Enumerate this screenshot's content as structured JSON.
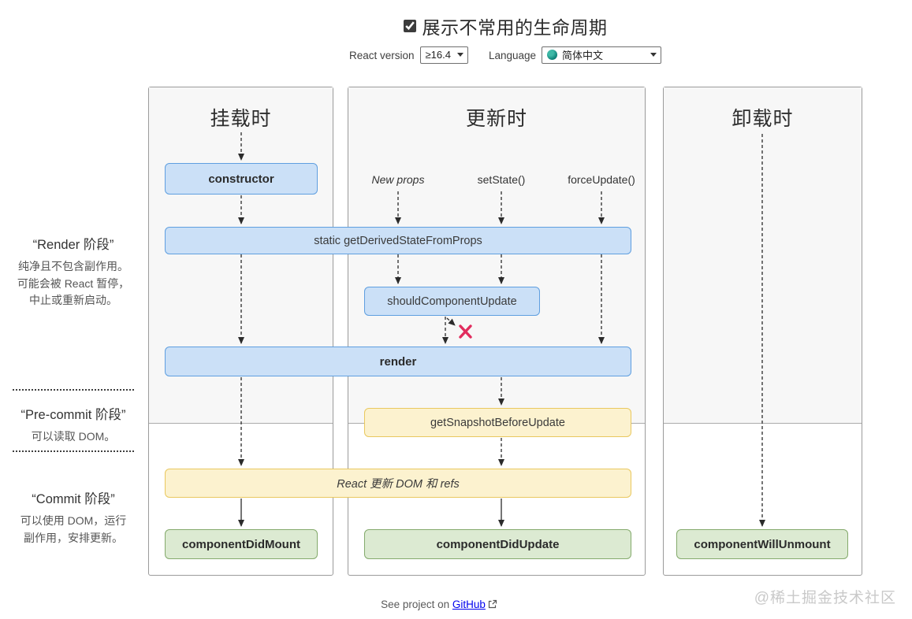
{
  "header": {
    "show_less_common_label": "展示不常用的生命周期",
    "checkbox_checked": true,
    "react_version": {
      "label": "React version",
      "value": "≥16.4"
    },
    "language": {
      "label": "Language",
      "value": "简体中文"
    }
  },
  "sidebar": {
    "phases": [
      {
        "title": "“Render 阶段”",
        "lines": [
          "纯净且不包含副作用。",
          "可能会被 React 暂停，",
          "中止或重新启动。"
        ]
      },
      {
        "title": "“Pre-commit 阶段”",
        "lines": [
          "可以读取 DOM。"
        ]
      },
      {
        "title": "“Commit 阶段”",
        "lines": [
          "可以使用 DOM，运行",
          "副作用，安排更新。"
        ]
      }
    ]
  },
  "columns": {
    "mounting": "挂载时",
    "updating": "更新时",
    "unmounting": "卸载时"
  },
  "triggers": {
    "new_props": "New props",
    "set_state": "setState()",
    "force_update": "forceUpdate()"
  },
  "nodes": {
    "constructor": "constructor",
    "get_derived_state_from_props": "static getDerivedStateFromProps",
    "should_component_update": "shouldComponentUpdate",
    "render": "render",
    "get_snapshot_before_update": "getSnapshotBeforeUpdate",
    "react_updates_dom": "React 更新 DOM 和 refs",
    "component_did_mount": "componentDidMount",
    "component_did_update": "componentDidUpdate",
    "component_will_unmount": "componentWillUnmount"
  },
  "footer": {
    "prefix": "See project on",
    "link_label": "GitHub"
  },
  "watermark": "@稀土掘金技术社区",
  "colors": {
    "blue_fill": "#cbe0f7",
    "blue_border": "#5f9fe0",
    "yellow_fill": "#fcf2cf",
    "yellow_border": "#e9c85f",
    "green_fill": "#dcead2",
    "green_border": "#84aa6c",
    "panel_bg_render": "#f7f7f7",
    "panel_border": "#9b9b9b",
    "abort_x": "#e12d5e",
    "link": "#0000ee",
    "watermark": "#c9c9c9",
    "arrow": "#2b2b2b"
  }
}
